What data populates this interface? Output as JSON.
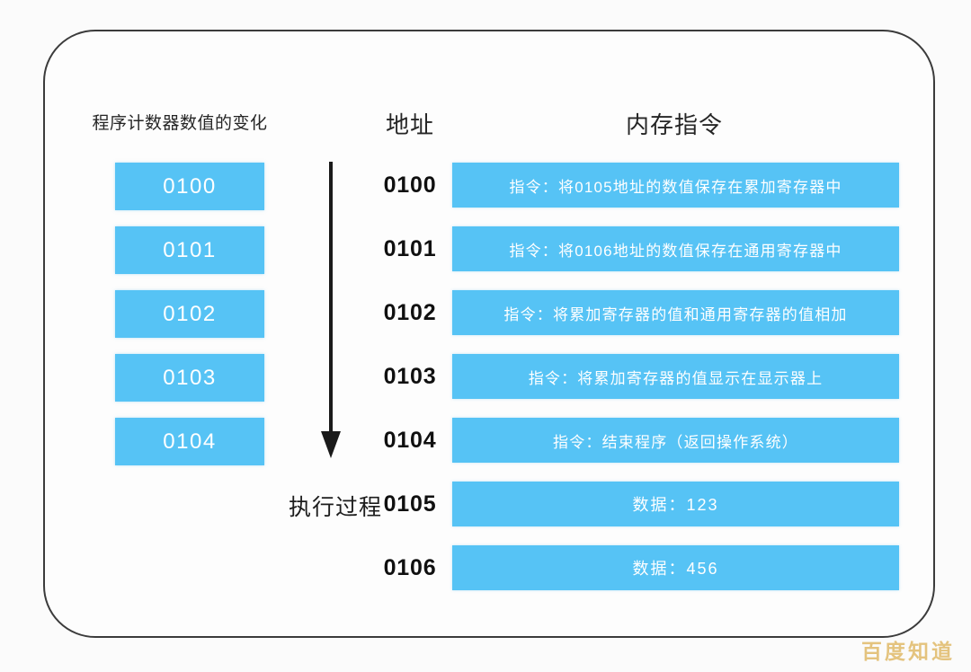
{
  "figure": {
    "background_color": "#fbfbfb",
    "frame_color": "#3b3b3b",
    "accent_color": "#56c3f5",
    "watermark": "百度知道",
    "watermark_color": "#e3c178"
  },
  "headers": {
    "program_counter": "程序计数器数值的变化",
    "address": "地址",
    "memory_instruction": "内存指令"
  },
  "program_counter": {
    "values": [
      "0100",
      "0101",
      "0102",
      "0103",
      "0104"
    ]
  },
  "arrow": {
    "label": "执行过程",
    "direction": "down"
  },
  "memory": {
    "rows": [
      {
        "address": "0100",
        "content": "指令：将0105地址的数值保存在累加寄存器中",
        "kind": "instruction"
      },
      {
        "address": "0101",
        "content": "指令：将0106地址的数值保存在通用寄存器中",
        "kind": "instruction"
      },
      {
        "address": "0102",
        "content": "指令：将累加寄存器的值和通用寄存器的值相加",
        "kind": "instruction"
      },
      {
        "address": "0103",
        "content": "指令：将累加寄存器的值显示在显示器上",
        "kind": "instruction"
      },
      {
        "address": "0104",
        "content": "指令：结束程序（返回操作系统）",
        "kind": "instruction"
      },
      {
        "address": "0105",
        "content": "数据：123",
        "kind": "data"
      },
      {
        "address": "0106",
        "content": "数据：456",
        "kind": "data"
      }
    ]
  }
}
